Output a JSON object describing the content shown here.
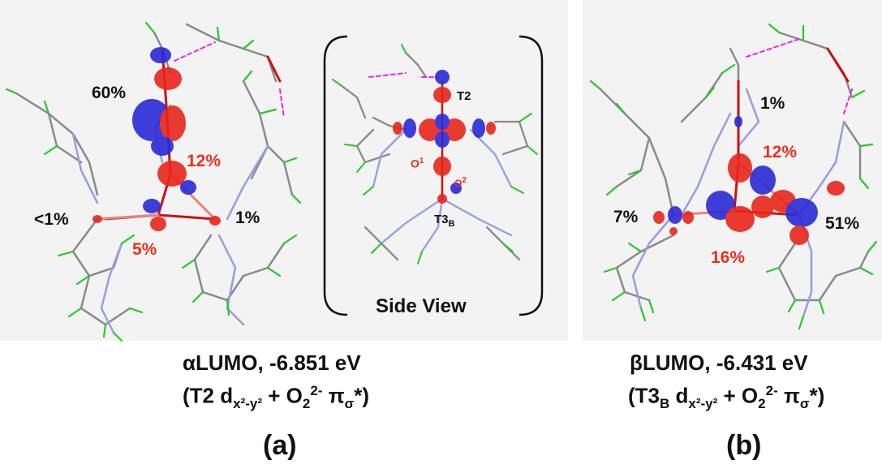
{
  "panel_a": {
    "percent_labels": [
      "60%",
      "12%",
      "<1%",
      "5%",
      "1%"
    ],
    "caption_line1": "αLUMO, -6.851 eV",
    "caption_line2": {
      "prefix": "(T2 d",
      "sub": "x²-y²",
      "mid": " + O",
      "sub2": "2",
      "sup2": "2-",
      "pi": " π",
      "pisub": "σ",
      "end": "*)"
    },
    "label": "(a)"
  },
  "side_view": {
    "atom_labels": {
      "t2": "T2",
      "o1": "O",
      "o1_sup": "1",
      "o2": "O",
      "o2_sup": "2",
      "t3b": "T3",
      "t3b_sub": "B"
    },
    "title": "Side View"
  },
  "panel_b": {
    "percent_labels": [
      "1%",
      "12%",
      "7%",
      "51%",
      "16%"
    ],
    "caption_line1": "βLUMO, -6.431 eV",
    "caption_line2": {
      "prefix": "(T3",
      "prefix_sub": "B",
      "d": " d",
      "sub": "x²-y²",
      "mid": " + O",
      "sub2": "2",
      "sup2": "2-",
      "pi": " π",
      "pisub": "σ",
      "end": "*)"
    },
    "label": "(b)"
  },
  "colors": {
    "lobe_red": "#e8261a",
    "lobe_blue": "#2a2ad8",
    "bond_gray": "#8a8a8a",
    "bond_purple": "#9a9ae6",
    "hydrogen_green": "#22cc22",
    "oxygen_red": "#cc1111",
    "hbond_magenta": "#ee22ee",
    "pct_red": "#e8301d"
  }
}
